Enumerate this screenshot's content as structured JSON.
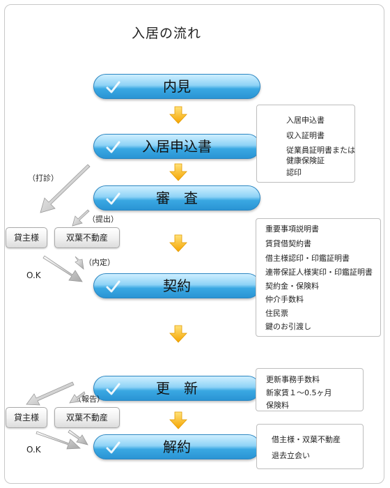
{
  "title": "入居の流れ",
  "steps": [
    {
      "label": "内見"
    },
    {
      "label": "入居申込書"
    },
    {
      "label": "審　査"
    },
    {
      "label": "契約"
    },
    {
      "label": "更　新"
    },
    {
      "label": "解約"
    }
  ],
  "boxes": {
    "application": [
      "入居申込書",
      "収入証明書",
      "従業員証明書または",
      "健康保険証",
      "認印"
    ],
    "contract": [
      "重要事項説明書",
      "賃貸借契約書",
      "借主様認印・印鑑証明書",
      "連帯保証人様実印・印鑑証明書",
      "契約金・保険料",
      "仲介手数料",
      "住民票",
      "鍵のお引渡し"
    ],
    "renewal": [
      "更新事務手数料",
      "新家賃１～0.5ヶ月",
      "保険料"
    ],
    "cancel": [
      "借主様・双葉不動産",
      "退去立会い"
    ]
  },
  "actors": {
    "landlord": "貸主様",
    "agent": "双葉不動産"
  },
  "notes": {
    "inquiry": "（打診）",
    "submit": "（提出）",
    "decision": "（内定）",
    "report": "（報告）",
    "ok": "O.K"
  },
  "colors": {
    "pill_top": "#cfefff",
    "pill_bottom": "#2a94d4",
    "arrow": "#f7b500"
  }
}
